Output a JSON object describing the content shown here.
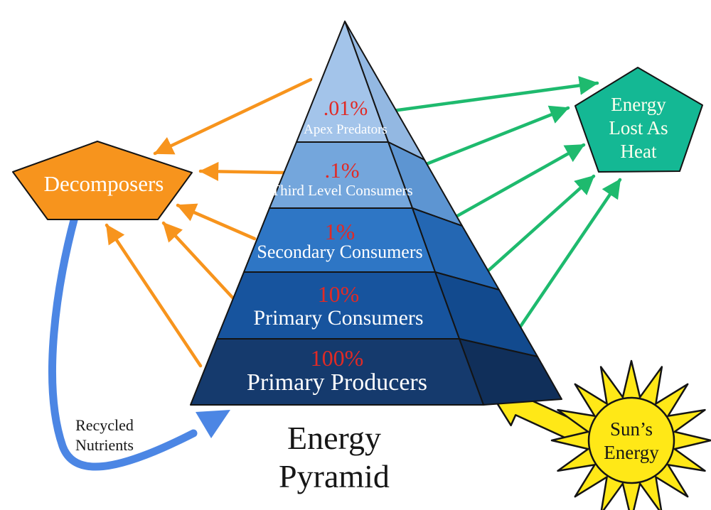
{
  "title": {
    "line1": "Energy",
    "line2": "Pyramid"
  },
  "pyramid": {
    "percent_color": "#e12a25",
    "label_color": "#ffffff",
    "levels": [
      {
        "percent": ".01%",
        "name": "Apex Predators",
        "front": "#a3c4ea",
        "side": "#93b8e2"
      },
      {
        "percent": ".1%",
        "name": "Third Level Consumers",
        "front": "#74a6dc",
        "side": "#5d95d2"
      },
      {
        "percent": "1%",
        "name": "Secondary Consumers",
        "front": "#2e76c5",
        "side": "#2467b3"
      },
      {
        "percent": "10%",
        "name": "Primary Consumers",
        "front": "#17549e",
        "side": "#124a8e"
      },
      {
        "percent": "100%",
        "name": "Primary Producers",
        "front": "#153a6d",
        "side": "#102f5a"
      }
    ]
  },
  "decomposers": {
    "label": "Decomposers",
    "fill": "#f7941d",
    "text_color": "#ffffff"
  },
  "heat": {
    "line1": "Energy",
    "line2": "Lost As",
    "line3": "Heat",
    "fill": "#14b894",
    "text_color": "#fdffee"
  },
  "sun": {
    "line1": "Sun’s",
    "line2": "Energy",
    "fill": "#ffe817",
    "text_color": "#161616"
  },
  "recycled": {
    "line1": "Recycled",
    "line2": "Nutrients",
    "arrow_color": "#4c86e4"
  },
  "arrows": {
    "to_decomposers_color": "#f7941d",
    "to_heat_color": "#1eba6e",
    "sun_arrow_color": "#ffe817"
  }
}
